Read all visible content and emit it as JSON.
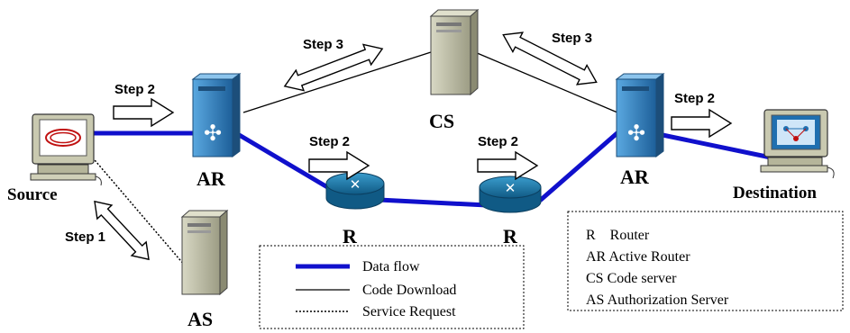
{
  "nodes": {
    "source": "Source",
    "ar_left": "AR",
    "ar_right": "AR",
    "cs": "CS",
    "r_left": "R",
    "r_right": "R",
    "as": "AS",
    "destination": "Destination"
  },
  "steps": {
    "step1": "Step 1",
    "step2_source_ar": "Step 2",
    "step2_ar_r": "Step 2",
    "step2_r_r": "Step 2",
    "step2_ar_dest": "Step 2",
    "step3_left": "Step 3",
    "step3_right": "Step 3"
  },
  "legend_lines": {
    "data_flow": "Data flow",
    "code_download": "Code Download",
    "service_request": "Service Request"
  },
  "legend_abbrev": {
    "r": "R    Router",
    "ar": "AR Active Router",
    "cs": "CS Code server",
    "as": "AS Authorization Server"
  },
  "colors": {
    "data_flow": "#1010cc",
    "server": "#b8b8a0",
    "router": "#1a6e9a",
    "active_router": "#2a7fc0"
  }
}
